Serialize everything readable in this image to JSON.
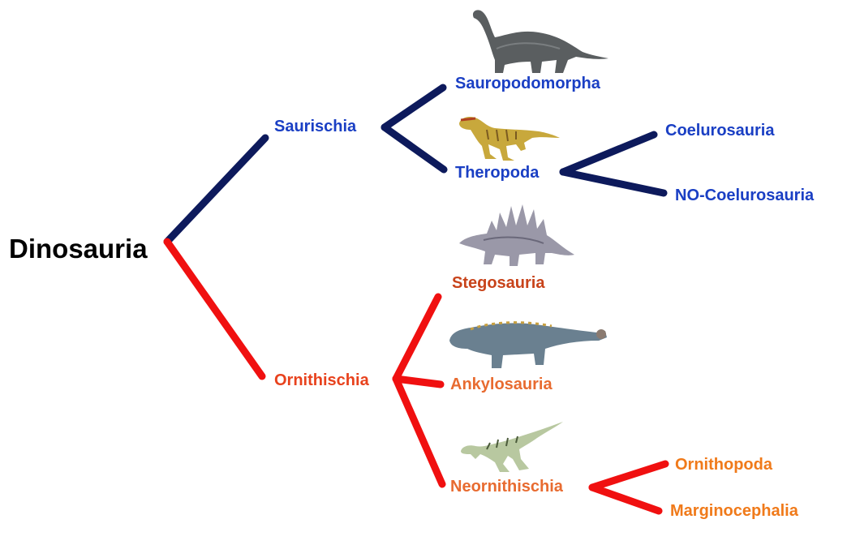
{
  "root": {
    "label": "Dinosauria"
  },
  "nodes": {
    "saurischia": "Saurischia",
    "ornithischia": "Ornithischia",
    "sauropodomorpha": "Sauropodomorpha",
    "theropoda": "Theropoda",
    "coelurosauria": "Coelurosauria",
    "no_coelurosauria": "NO-Coelurosauria",
    "stegosauria": "Stegosauria",
    "ankylosauria": "Ankylosauria",
    "neornithischia": "Neornithischia",
    "ornithopoda": "Ornithopoda",
    "marginocephalia": "Marginocephalia"
  },
  "colors": {
    "saurischia_branch": "#0d1a5c",
    "ornithischia_branch": "#f01010",
    "saurischia_text": "#1a3fc4",
    "ornithischia_text": "#e8421d"
  },
  "illustrations": [
    "sauropod-icon",
    "theropod-icon",
    "stegosaurus-icon",
    "ankylosaurus-icon",
    "ornithopod-icon"
  ]
}
